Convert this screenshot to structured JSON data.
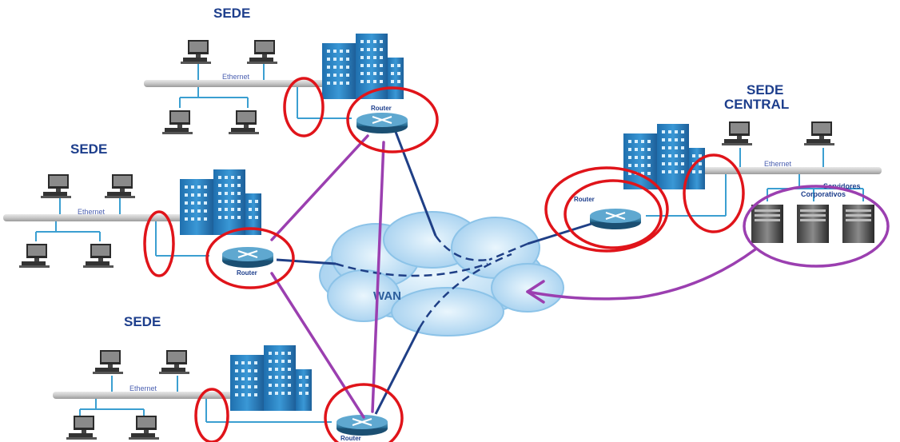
{
  "sites": {
    "top": {
      "title": "SEDE",
      "bus_label": "Ethernet",
      "router_label": "Router"
    },
    "middle": {
      "title": "SEDE",
      "bus_label": "Ethernet",
      "router_label": "Router"
    },
    "bottom": {
      "title": "SEDE",
      "bus_label": "Ethernet",
      "router_label": "Router"
    },
    "central": {
      "title_line1": "SEDE",
      "title_line2": "CENTRAL",
      "bus_label": "Ethernet",
      "router_label": "Router",
      "servers_line1": "Servidores",
      "servers_line2": "Corporativos"
    }
  },
  "wan": {
    "label": "WAN"
  },
  "colors": {
    "title": "#1d3e8c",
    "wan_link": "#1f3f86",
    "annotation_red": "#e0141a",
    "annotation_purple": "#9b3fb0",
    "building": "#2f86c6",
    "cloud": "#bfe0f7"
  },
  "icons": [
    "computer-icon",
    "building-icon",
    "router-icon",
    "server-icon",
    "cloud-icon"
  ]
}
